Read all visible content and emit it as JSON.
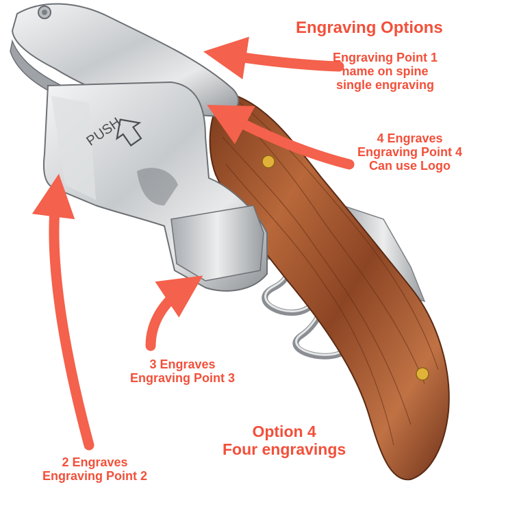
{
  "image": {
    "subject": "corkscrew-with-wooden-handle",
    "stamp_text": "PUSH",
    "annotation_color": "#f2503a"
  },
  "labels": {
    "title": "Engraving Options",
    "point1": [
      "Engraving Point 1",
      "name on spine",
      "single engraving"
    ],
    "point4": [
      "4 Engraves",
      "Engraving Point 4",
      "Can use Logo"
    ],
    "point3": [
      "3 Engraves",
      "Engraving Point 3"
    ],
    "option": [
      "Option 4",
      "Four engravings"
    ],
    "point2": [
      "2 Engraves",
      "Engraving Point 2"
    ]
  }
}
